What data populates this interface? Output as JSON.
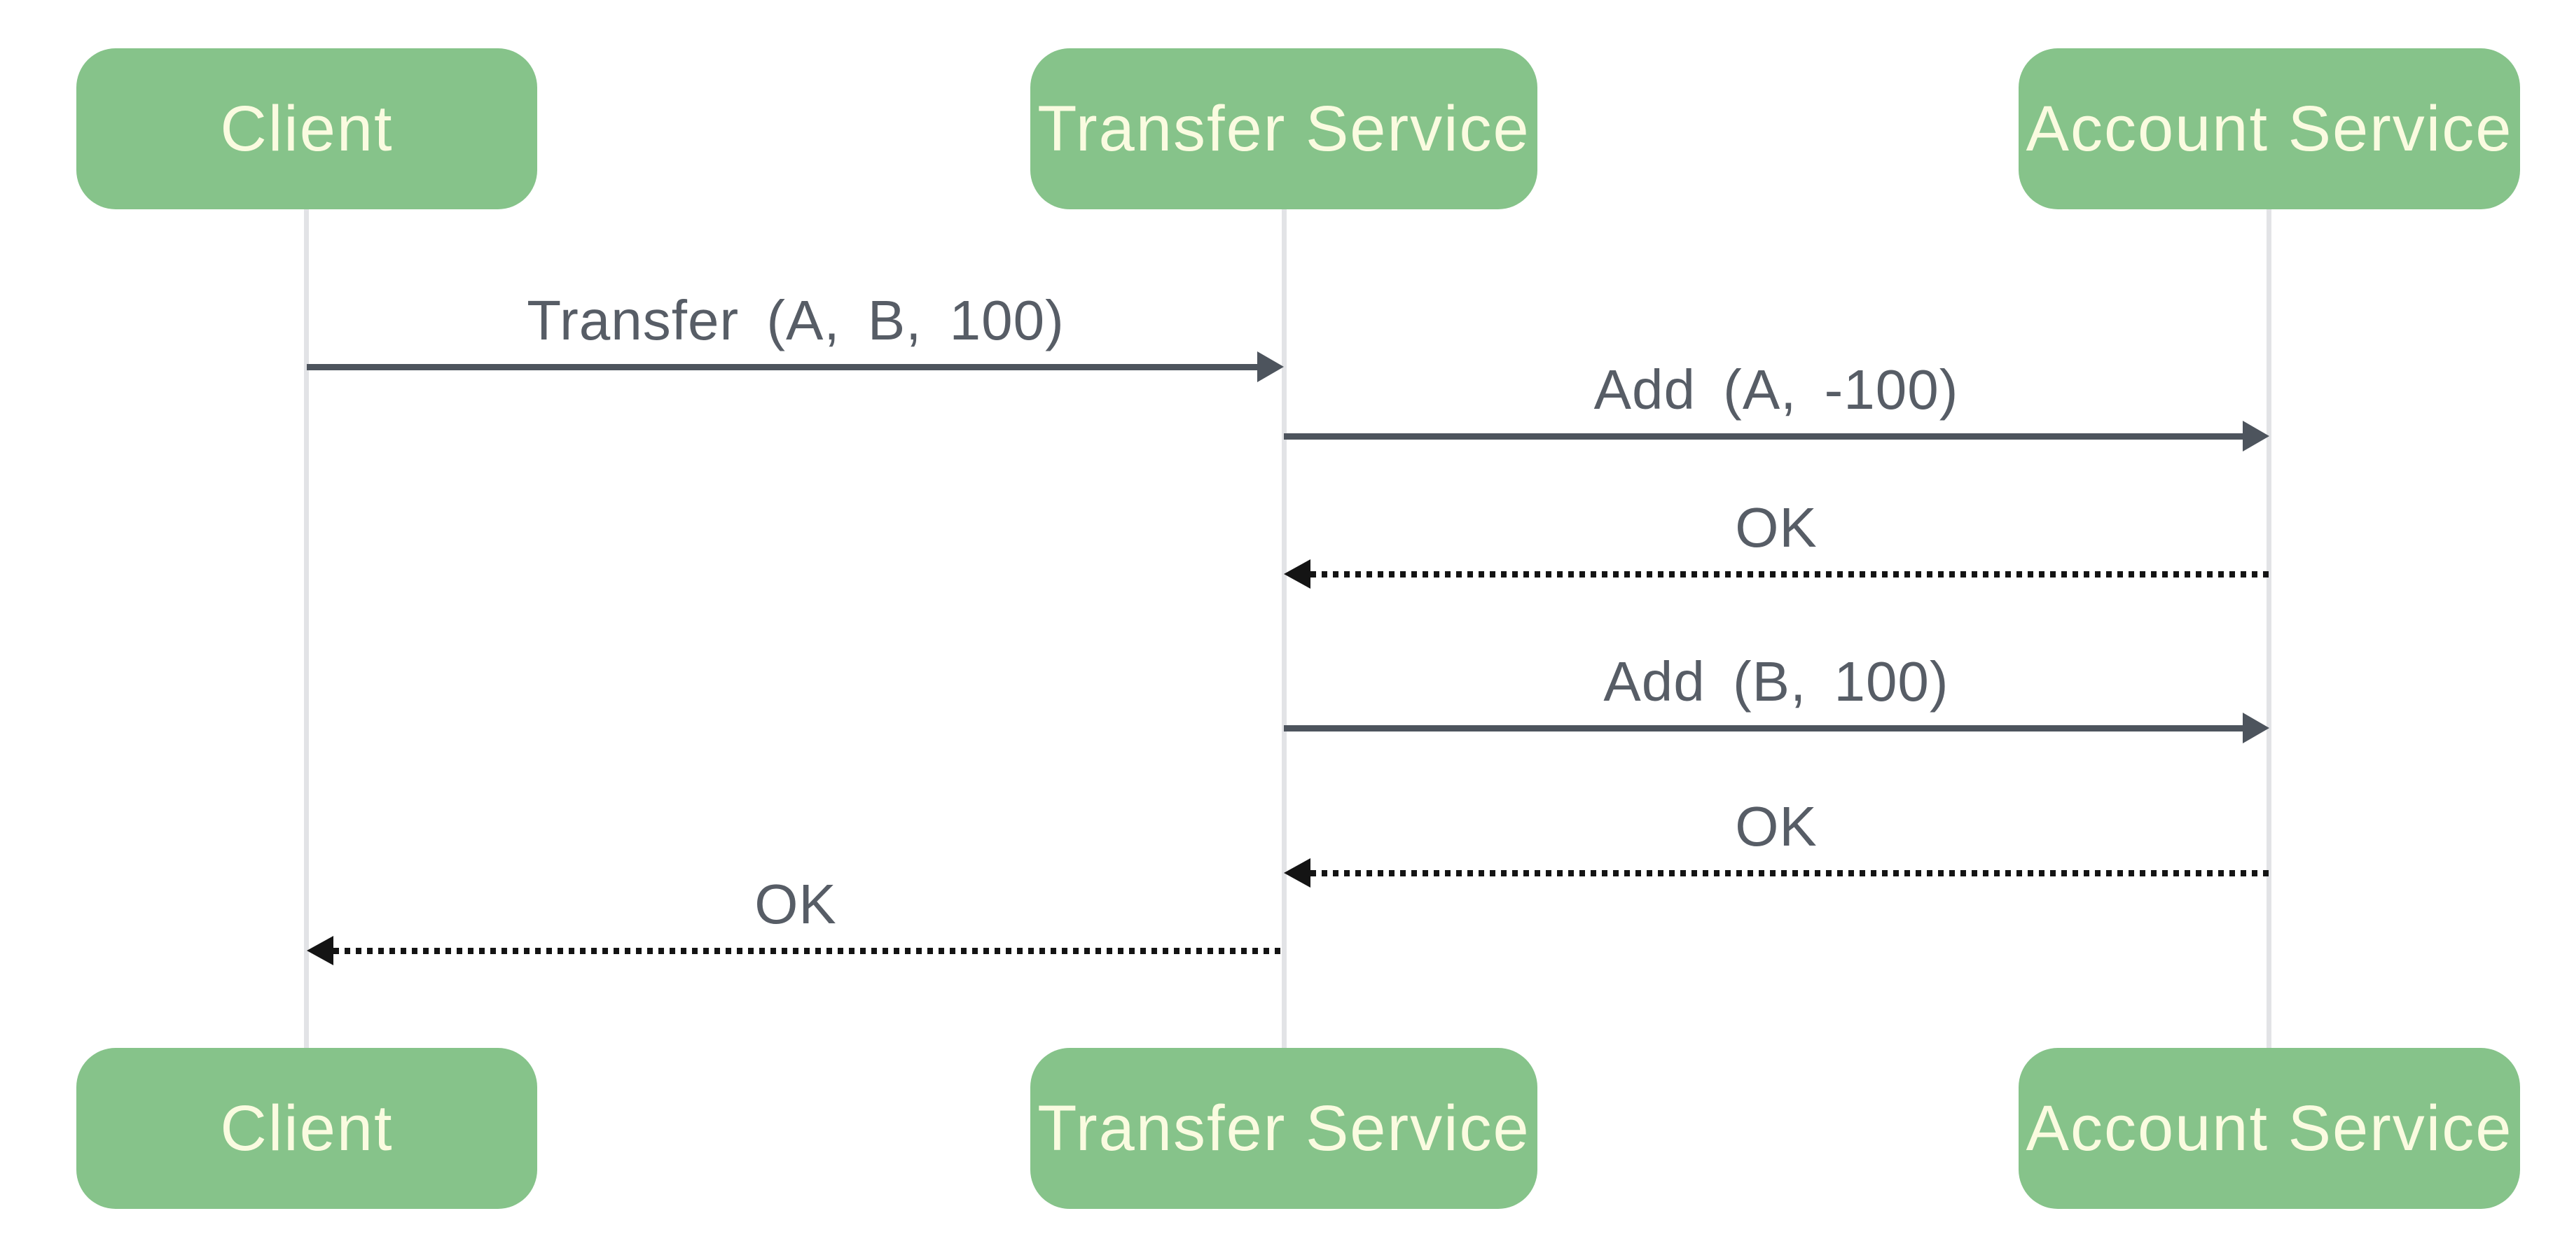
{
  "diagram": {
    "type": "sequence-diagram",
    "background": "#ffffff",
    "colors": {
      "actor_fill": "#86c38a",
      "actor_text": "#fafbe0",
      "message_text": "#575d66",
      "solid_arrow": "#4d545d",
      "dotted_arrow": "#141414",
      "lifeline": "#e2e3e6"
    },
    "actors": [
      {
        "id": "client",
        "label": "Client"
      },
      {
        "id": "transfer-service",
        "label": "Transfer Service"
      },
      {
        "id": "account-service",
        "label": "Account Service"
      }
    ],
    "messages": [
      {
        "label": "Transfer (A, B, 100)",
        "from": "client",
        "to": "transfer-service",
        "style": "solid"
      },
      {
        "label": "Add (A, -100)",
        "from": "transfer-service",
        "to": "account-service",
        "style": "solid"
      },
      {
        "label": "OK",
        "from": "account-service",
        "to": "transfer-service",
        "style": "dotted"
      },
      {
        "label": "Add (B, 100)",
        "from": "transfer-service",
        "to": "account-service",
        "style": "solid"
      },
      {
        "label": "OK",
        "from": "account-service",
        "to": "transfer-service",
        "style": "dotted"
      },
      {
        "label": "OK",
        "from": "transfer-service",
        "to": "client",
        "style": "dotted"
      }
    ]
  }
}
